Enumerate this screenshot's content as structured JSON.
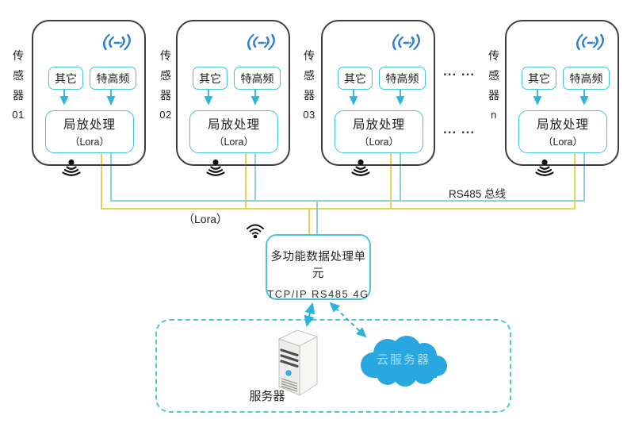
{
  "colors": {
    "sensor_border": "#3e3e3e",
    "cyan_border": "#44c2d8",
    "rs485_bus_blue": "#8ed0de",
    "lora_bus_yellow": "#e9d44c",
    "arrow_cyan": "#2cb5dc",
    "cloud_blue": "#29a7e0",
    "cloud_text": "#a5dff5",
    "radio_glyph_blue": "#2e7fd0",
    "icon_black": "#111111"
  },
  "sensors": [
    {
      "name": "传感器",
      "number": "01",
      "chip_other": "其它",
      "chip_uhf": "特高频",
      "pd_title": "局放处理",
      "pd_sub": "（Lora）"
    },
    {
      "name": "传感器",
      "number": "02",
      "chip_other": "其它",
      "chip_uhf": "特高频",
      "pd_title": "局放处理",
      "pd_sub": "（Lora）"
    },
    {
      "name": "传感器",
      "number": "03",
      "chip_other": "其它",
      "chip_uhf": "特高频",
      "pd_title": "局放处理",
      "pd_sub": "（Lora）"
    },
    {
      "name": "传感器",
      "number": "n",
      "chip_other": "其它",
      "chip_uhf": "特高频",
      "pd_title": "局放处理",
      "pd_sub": "（Lora）"
    }
  ],
  "ellipsis": {
    "row1": "... ...",
    "row2": "... ..."
  },
  "bus": {
    "lora_label": "（Lora）",
    "rs485_label": "RS485 总线"
  },
  "processing_unit": {
    "title": "多功能数据处理单元",
    "subtitle": "TCP/IP RS485 4G"
  },
  "bottom": {
    "server_label": "服务器",
    "cloud_label": "云服务器"
  }
}
